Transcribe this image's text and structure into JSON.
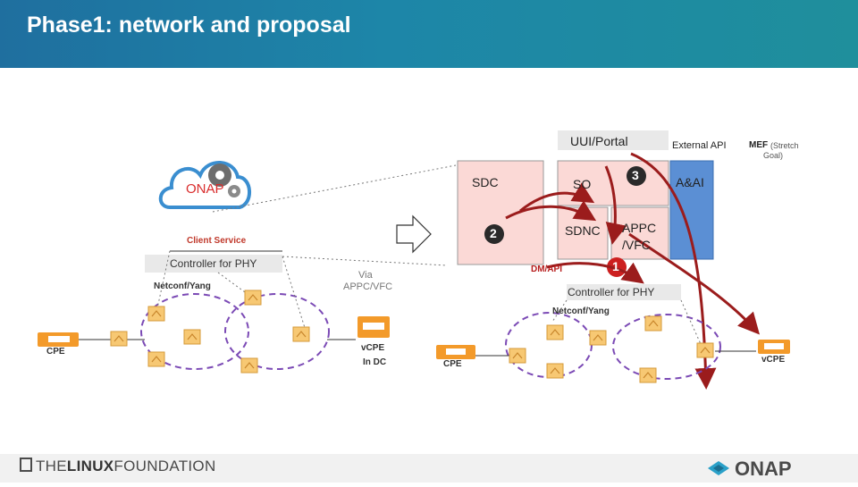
{
  "header": {
    "title": "Phase1: network and proposal"
  },
  "footer": {
    "left_logo": "THELINUXFOUNDATION",
    "left_logo_a": "THE",
    "left_logo_b": "LINUX",
    "left_logo_c": "FOUNDATION",
    "right_logo": "ONAP"
  },
  "left": {
    "onap": "ONAP",
    "client_service": "Client Service",
    "controller": "Controller for PHY",
    "netconf": "Netconf/Yang",
    "cpe": "CPE",
    "vcpe": "vCPE",
    "vcpe_sub": "In DC",
    "via": "Via",
    "via_sub": "APPC/VFC"
  },
  "right": {
    "uui": "UUI/Portal",
    "external_api": "External API",
    "mef": "MEF",
    "mef_sub1": "(Stretch",
    "mef_sub2": "Goal)",
    "sdc": "SDC",
    "so": "SO",
    "aai": "A&AI",
    "sdnc": "SDNC",
    "appc": "APPC",
    "vfc": "/VFC",
    "dm_api": "DM/API",
    "controller": "Controller for PHY",
    "netconf": "Netconf/Yang",
    "cpe": "CPE",
    "vcpe": "vCPE",
    "num1": "1",
    "num2": "2",
    "num3": "3"
  }
}
